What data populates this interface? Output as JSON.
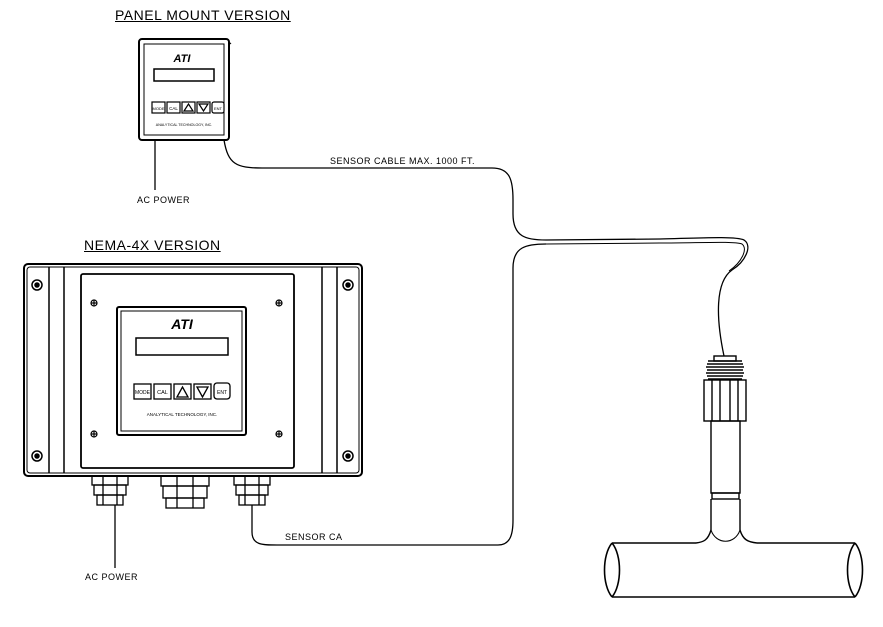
{
  "labels": {
    "panel_title": "PANEL MOUNT VERSION",
    "nema_title": "NEMA-4X VERSION",
    "sensor_cable": "SENSOR CABLE MAX. 1000 FT.",
    "ac_power_panel": "AC POWER",
    "ac_power_nema": "AC POWER",
    "sensor_ca": "SENSOR CA"
  },
  "panel_unit": {
    "logo": "ATI",
    "buttons": [
      "MODE",
      "CAL",
      "△",
      "▽",
      "ENT"
    ],
    "maker": "ANALYTICAL TECHNOLOGY, INC."
  },
  "nema_unit": {
    "logo": "ATI",
    "buttons": [
      "MODE",
      "CAL",
      "△",
      "▽",
      "ENT"
    ],
    "maker": "ANALYTICAL TECHNOLOGY, INC."
  }
}
